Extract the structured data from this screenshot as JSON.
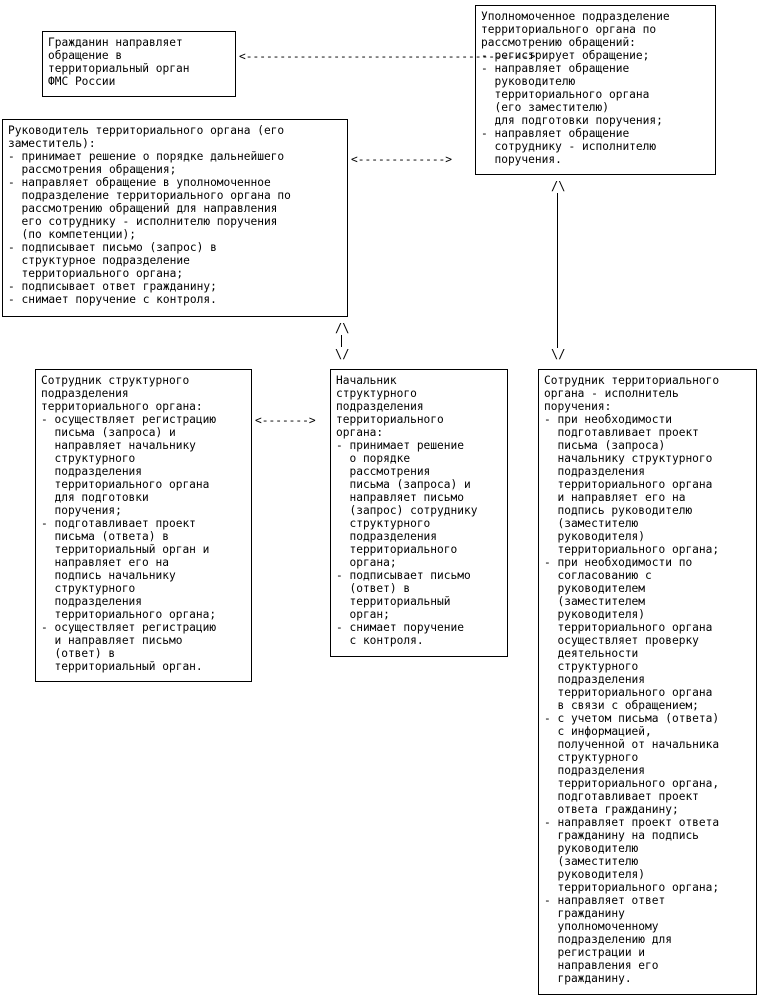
{
  "boxes": {
    "citizen": {
      "lines": [
        "Гражданин направляет",
        "обращение в",
        "территориальный орган",
        "ФМС России"
      ]
    },
    "authorized_unit": {
      "title": [
        "Уполномоченное подразделение",
        "территориального органа по",
        "рассмотрению обращений:"
      ],
      "items": [
        [
          "- регистрирует обращение;"
        ],
        [
          "- направляет обращение",
          "  руководителю",
          "  территориального органа",
          "  (его заместителю)",
          "  для подготовки поручения;"
        ],
        [
          "- направляет обращение",
          "  сотруднику - исполнителю",
          "  поручения."
        ]
      ]
    },
    "head": {
      "title": [
        "Руководитель территориального органа (его",
        "заместитель):"
      ],
      "items": [
        [
          "- принимает решение о порядке дальнейшего",
          "  рассмотрения обращения;"
        ],
        [
          "- направляет обращение в уполномоченное",
          "  подразделение территориального органа по",
          "  рассмотрению обращений для направления",
          "  его сотруднику - исполнителю поручения",
          "  (по компетенции);"
        ],
        [
          "- подписывает письмо (запрос) в",
          "  структурное подразделение",
          "  территориального органа;"
        ],
        [
          "- подписывает ответ гражданину;"
        ],
        [
          "- снимает поручение с контроля."
        ]
      ]
    },
    "structural_employee": {
      "title": [
        "Сотрудник структурного",
        "подразделения",
        "территориального органа:"
      ],
      "items": [
        [
          "- осуществляет регистрацию",
          "  письма (запроса) и",
          "  направляет начальнику",
          "  структурного",
          "  подразделения",
          "  территориального органа",
          "  для подготовки",
          "  поручения;"
        ],
        [
          "- подготавливает проект",
          "  письма (ответа) в",
          "  территориальный орган и",
          "  направляет его на",
          "  подпись начальнику",
          "  структурного",
          "  подразделения",
          "  территориального органа;"
        ],
        [
          "- осуществляет регистрацию",
          "  и направляет письмо",
          "  (ответ) в",
          "  территориальный орган."
        ]
      ]
    },
    "structural_head": {
      "title": [
        "Начальник",
        "структурного",
        "подразделения",
        "территориального",
        "органа:"
      ],
      "items": [
        [
          "- принимает решение",
          "  о порядке",
          "  рассмотрения",
          "  письма (запроса) и",
          "  направляет письмо",
          "  (запрос) сотруднику",
          "  структурного",
          "  подразделения",
          "  территориального",
          "  органа;"
        ],
        [
          "- подписывает письмо",
          "  (ответ) в",
          "  территориальный",
          "  орган;"
        ],
        [
          "- снимает поручение",
          "  с контроля."
        ]
      ]
    },
    "executor": {
      "title": [
        "Сотрудник территориального",
        "органа - исполнитель",
        "поручения:"
      ],
      "items": [
        [
          "- при необходимости",
          "  подготавливает проект",
          "  письма (запроса)",
          "  начальнику структурного",
          "  подразделения",
          "  территориального органа",
          "  и направляет его на",
          "  подпись руководителю",
          "  (заместителю",
          "  руководителя)",
          "  территориального органа;"
        ],
        [
          "- при необходимости по",
          "  согласованию с",
          "  руководителем",
          "  (заместителем",
          "  руководителя)",
          "  территориального органа",
          "  осуществляет проверку",
          "  деятельности",
          "  структурного",
          "  подразделения",
          "  территориального органа",
          "  в связи с обращением;"
        ],
        [
          "- с учетом письма (ответа)",
          "  с информацией,",
          "  полученной от начальника",
          "  структурного",
          "  подразделения",
          "  территориального органа,",
          "  подготавливает проект",
          "  ответа гражданину;"
        ],
        [
          "- направляет проект ответа",
          "  гражданину на подпись",
          "  руководителю",
          "  (заместителю",
          "  руководителя)",
          "  территориального органа;"
        ],
        [
          "- направляет ответ",
          "  гражданину",
          "  уполномоченному",
          "  подразделению для",
          "  регистрации и",
          "  направления его",
          "  гражданину."
        ]
      ]
    }
  },
  "arrows": {
    "citizen_unit": "<------------------------------------------>",
    "head_unit": "<------------->",
    "structural": "<------->",
    "up_head": "/\\",
    "down_head": "\\/",
    "up_unit": "/\\",
    "down_unit": "\\/"
  }
}
